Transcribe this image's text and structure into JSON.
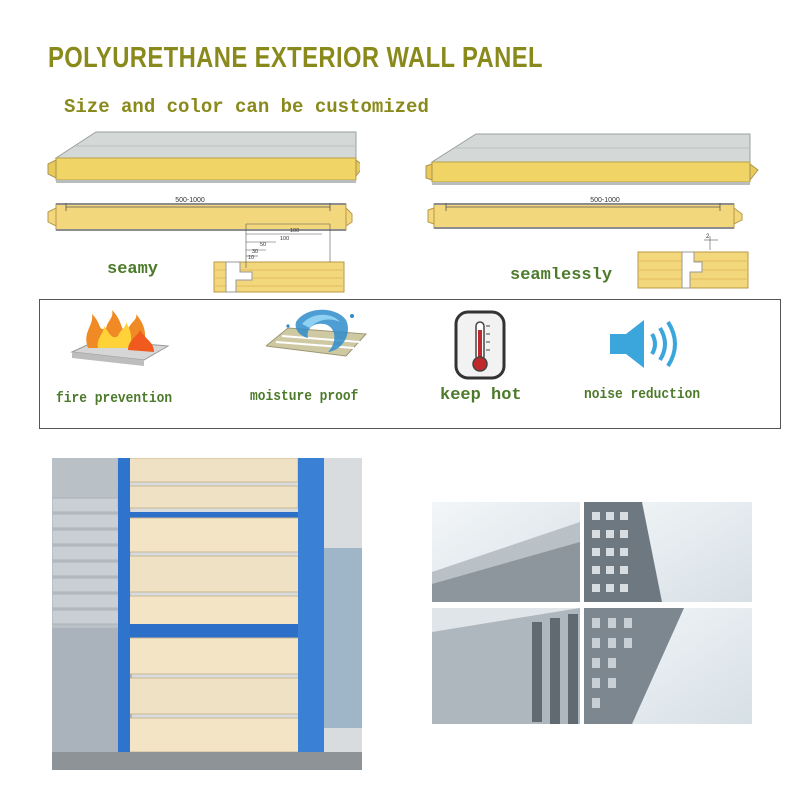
{
  "header": {
    "title": "POLYURETHANE EXTERIOR WALL PANEL",
    "subtitle": "Size and color can be customized"
  },
  "panels": {
    "seamy": {
      "label": "seamy",
      "dimension": "500-1000",
      "detail_dims": [
        "100",
        "100",
        "50",
        "30",
        "10"
      ]
    },
    "seamless": {
      "label": "seamlessly",
      "dimension": "500-1000",
      "detail_dim": "2"
    }
  },
  "features": [
    {
      "label": "fire prevention",
      "icon": "fire-panel-icon"
    },
    {
      "label": "moisture proof",
      "icon": "water-wave-icon"
    },
    {
      "label": "keep hot",
      "icon": "thermometer-icon"
    },
    {
      "label": "noise reduction",
      "icon": "speaker-icon"
    }
  ],
  "colors": {
    "title": "#8a8a1c",
    "label_green": "#4c7a2a",
    "foam": "#f2d56b",
    "steel": "#cfd3d2",
    "speaker_blue": "#3aa6dc"
  }
}
